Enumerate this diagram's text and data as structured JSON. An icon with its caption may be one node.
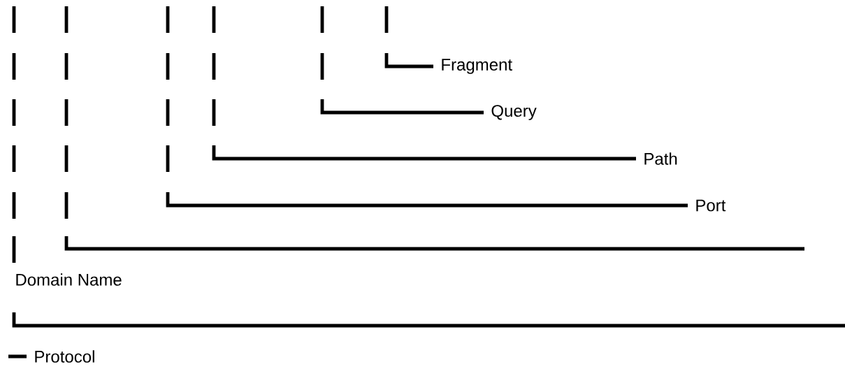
{
  "diagram": {
    "nodes": [
      {
        "text": [
          "Fragment"
        ]
      },
      {
        "text": [
          "Query"
        ]
      },
      {
        "text": [
          "Path"
        ]
      },
      {
        "text": [
          "Port"
        ]
      },
      {
        "text": [
          "Domain Name"
        ]
      },
      {
        "text": [
          "Protocol"
        ]
      }
    ],
    "edges": [
      {
        "from": 0,
        "to": null,
        "arrow": "none"
      },
      {
        "from": 1,
        "to": null,
        "arrow": "none"
      },
      {
        "from": 2,
        "to": null,
        "arrow": "none"
      },
      {
        "from": 3,
        "to": null,
        "arrow": "none"
      },
      {
        "from": 4,
        "to": null,
        "arrow": "none"
      },
      {
        "from": 5,
        "to": null,
        "arrow": "none"
      }
    ]
  }
}
